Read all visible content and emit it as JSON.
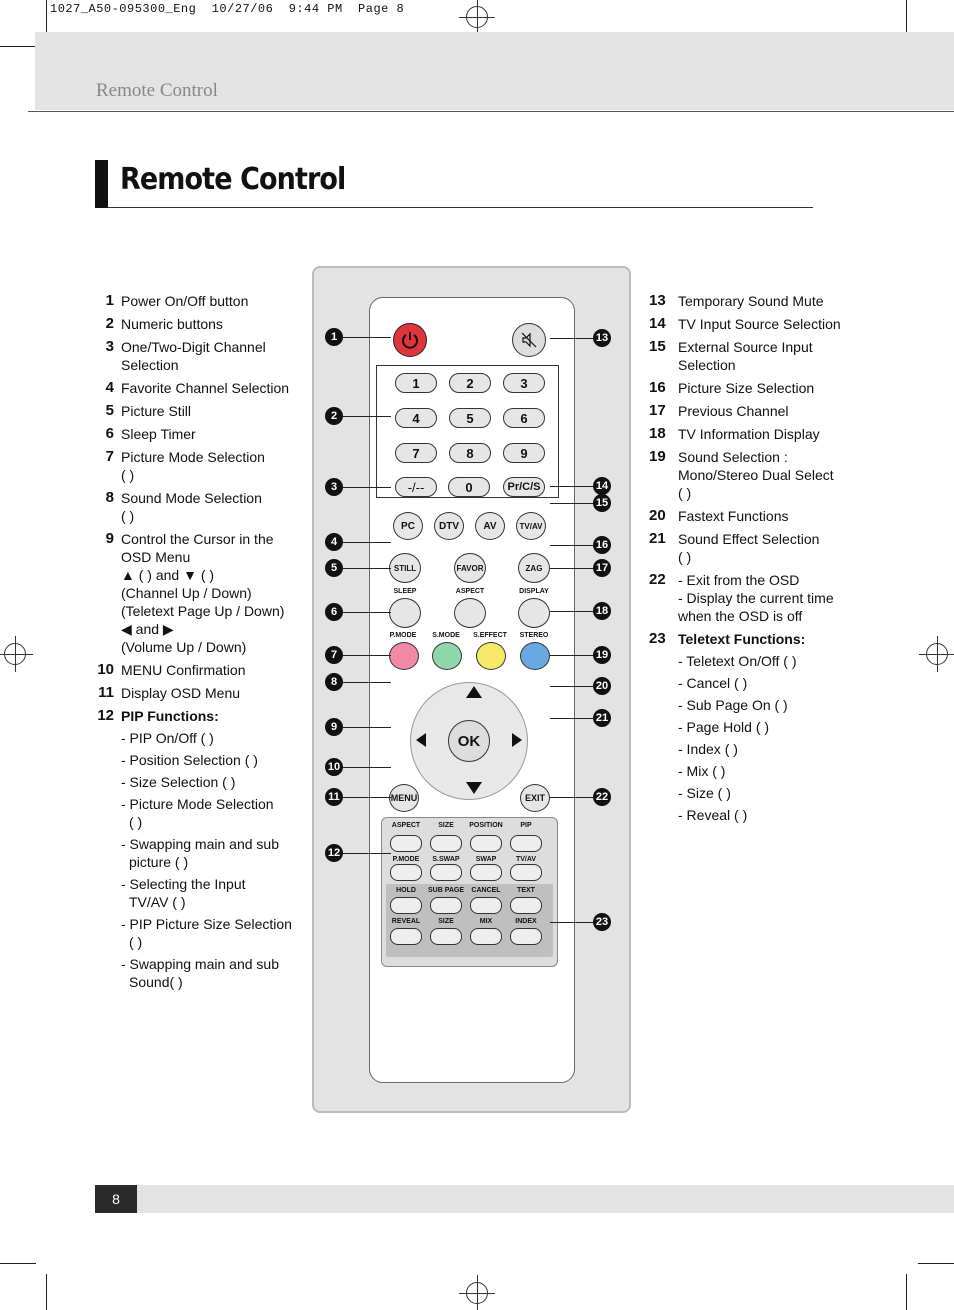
{
  "slug": "1027_A50-095300_Eng  10/27/06  9:44 PM  Page 8",
  "running_head": "Remote Control",
  "title": "Remote Control",
  "page_number": "8",
  "left_items": [
    {
      "num": "1",
      "lines": [
        "Power On/Off button"
      ]
    },
    {
      "num": "2",
      "lines": [
        "Numeric buttons"
      ]
    },
    {
      "num": "3",
      "lines": [
        "One/Two-Digit Channel",
        "Selection"
      ]
    },
    {
      "num": "4",
      "lines": [
        "Favorite Channel Selection"
      ]
    },
    {
      "num": "5",
      "lines": [
        "Picture Still"
      ]
    },
    {
      "num": "6",
      "lines": [
        "Sleep Timer"
      ]
    },
    {
      "num": "7",
      "lines": [
        "Picture Mode Selection",
        "(   )"
      ]
    },
    {
      "num": "8",
      "lines": [
        "Sound Mode Selection",
        "(   )"
      ]
    },
    {
      "num": "9",
      "lines": [
        "Control the Cursor in the",
        "OSD Menu",
        "▲ (   ) and ▼ (   )",
        "(Channel Up / Down)",
        "(Teletext Page Up / Down)",
        "◀ and ▶",
        "(Volume Up / Down)"
      ]
    },
    {
      "num": "10",
      "lines": [
        "MENU Confirmation"
      ]
    },
    {
      "num": "11",
      "lines": [
        "Display OSD Menu"
      ]
    }
  ],
  "pip": {
    "num": "12",
    "heading": "PIP Functions:",
    "subs": [
      [
        "- PIP On/Off (   )"
      ],
      [
        "- Position Selection (   )"
      ],
      [
        "- Size Selection (   )"
      ],
      [
        "- Picture Mode Selection",
        "(   )"
      ],
      [
        "- Swapping main and sub",
        "picture (   )"
      ],
      [
        "- Selecting the Input",
        "TV/AV (   )"
      ],
      [
        "- PIP Picture Size Selection",
        "(   )"
      ],
      [
        "- Swapping main and sub",
        "Sound(   )"
      ]
    ]
  },
  "right_items": [
    {
      "num": "13",
      "lines": [
        "Temporary Sound Mute"
      ]
    },
    {
      "num": "14",
      "lines": [
        "TV Input Source Selection"
      ]
    },
    {
      "num": "15",
      "lines": [
        "External Source Input",
        "Selection"
      ]
    },
    {
      "num": "16",
      "lines": [
        "Picture Size Selection"
      ]
    },
    {
      "num": "17",
      "lines": [
        "Previous Channel"
      ]
    },
    {
      "num": "18",
      "lines": [
        "TV Information Display"
      ]
    },
    {
      "num": "19",
      "lines": [
        "Sound Selection :",
        "Mono/Stereo Dual Select",
        "(   )"
      ]
    },
    {
      "num": "20",
      "lines": [
        "Fastext Functions"
      ]
    },
    {
      "num": "21",
      "lines": [
        "Sound Effect Selection",
        "(   )"
      ]
    },
    {
      "num": "22",
      "lines": [
        "- Exit from the OSD",
        "- Display the current time",
        "  when the OSD is off"
      ]
    }
  ],
  "teletext": {
    "num": "23",
    "heading": "Teletext Functions:",
    "subs": [
      "- Teletext On/Off (   )",
      "- Cancel (   )",
      "- Sub Page On (   )",
      "- Page Hold (   )",
      "- Index (   )",
      "- Mix (   )",
      "- Size (   )",
      "- Reveal (   )"
    ]
  },
  "remote": {
    "digits": [
      "1",
      "2",
      "3",
      "4",
      "5",
      "6",
      "7",
      "8",
      "9"
    ],
    "dash": "-/--",
    "zero": "0",
    "prcs": "Pr/C/S",
    "row_src": [
      "PC",
      "DTV",
      "AV",
      "TV/AV"
    ],
    "row_still": [
      "STILL",
      "FAVOR",
      "ZAG"
    ],
    "row_sleep_labels": [
      "SLEEP",
      "ASPECT",
      "DISPLAY"
    ],
    "row_mode_labels": [
      "P.MODE",
      "S.MODE",
      "S.EFFECT",
      "STEREO"
    ],
    "ok": "OK",
    "menu": "MENU",
    "exit": "EXIT",
    "pip_labels": [
      "ASPECT",
      "SIZE",
      "POSITION",
      "PIP"
    ],
    "pip_labels2": [
      "P.MODE",
      "S.SWAP",
      "SWAP",
      "TV/AV"
    ],
    "tt_labels": [
      "HOLD",
      "SUB PAGE",
      "CANCEL",
      "TEXT"
    ],
    "tt_labels2": [
      "REVEAL",
      "SIZE",
      "MIX",
      "INDEX"
    ],
    "markers_left": [
      "1",
      "2",
      "3",
      "4",
      "5",
      "6",
      "7",
      "8",
      "9",
      "10",
      "11",
      "12"
    ],
    "markers_right": [
      "13",
      "14",
      "15",
      "16",
      "17",
      "18",
      "19",
      "20",
      "21",
      "22",
      "23"
    ]
  }
}
